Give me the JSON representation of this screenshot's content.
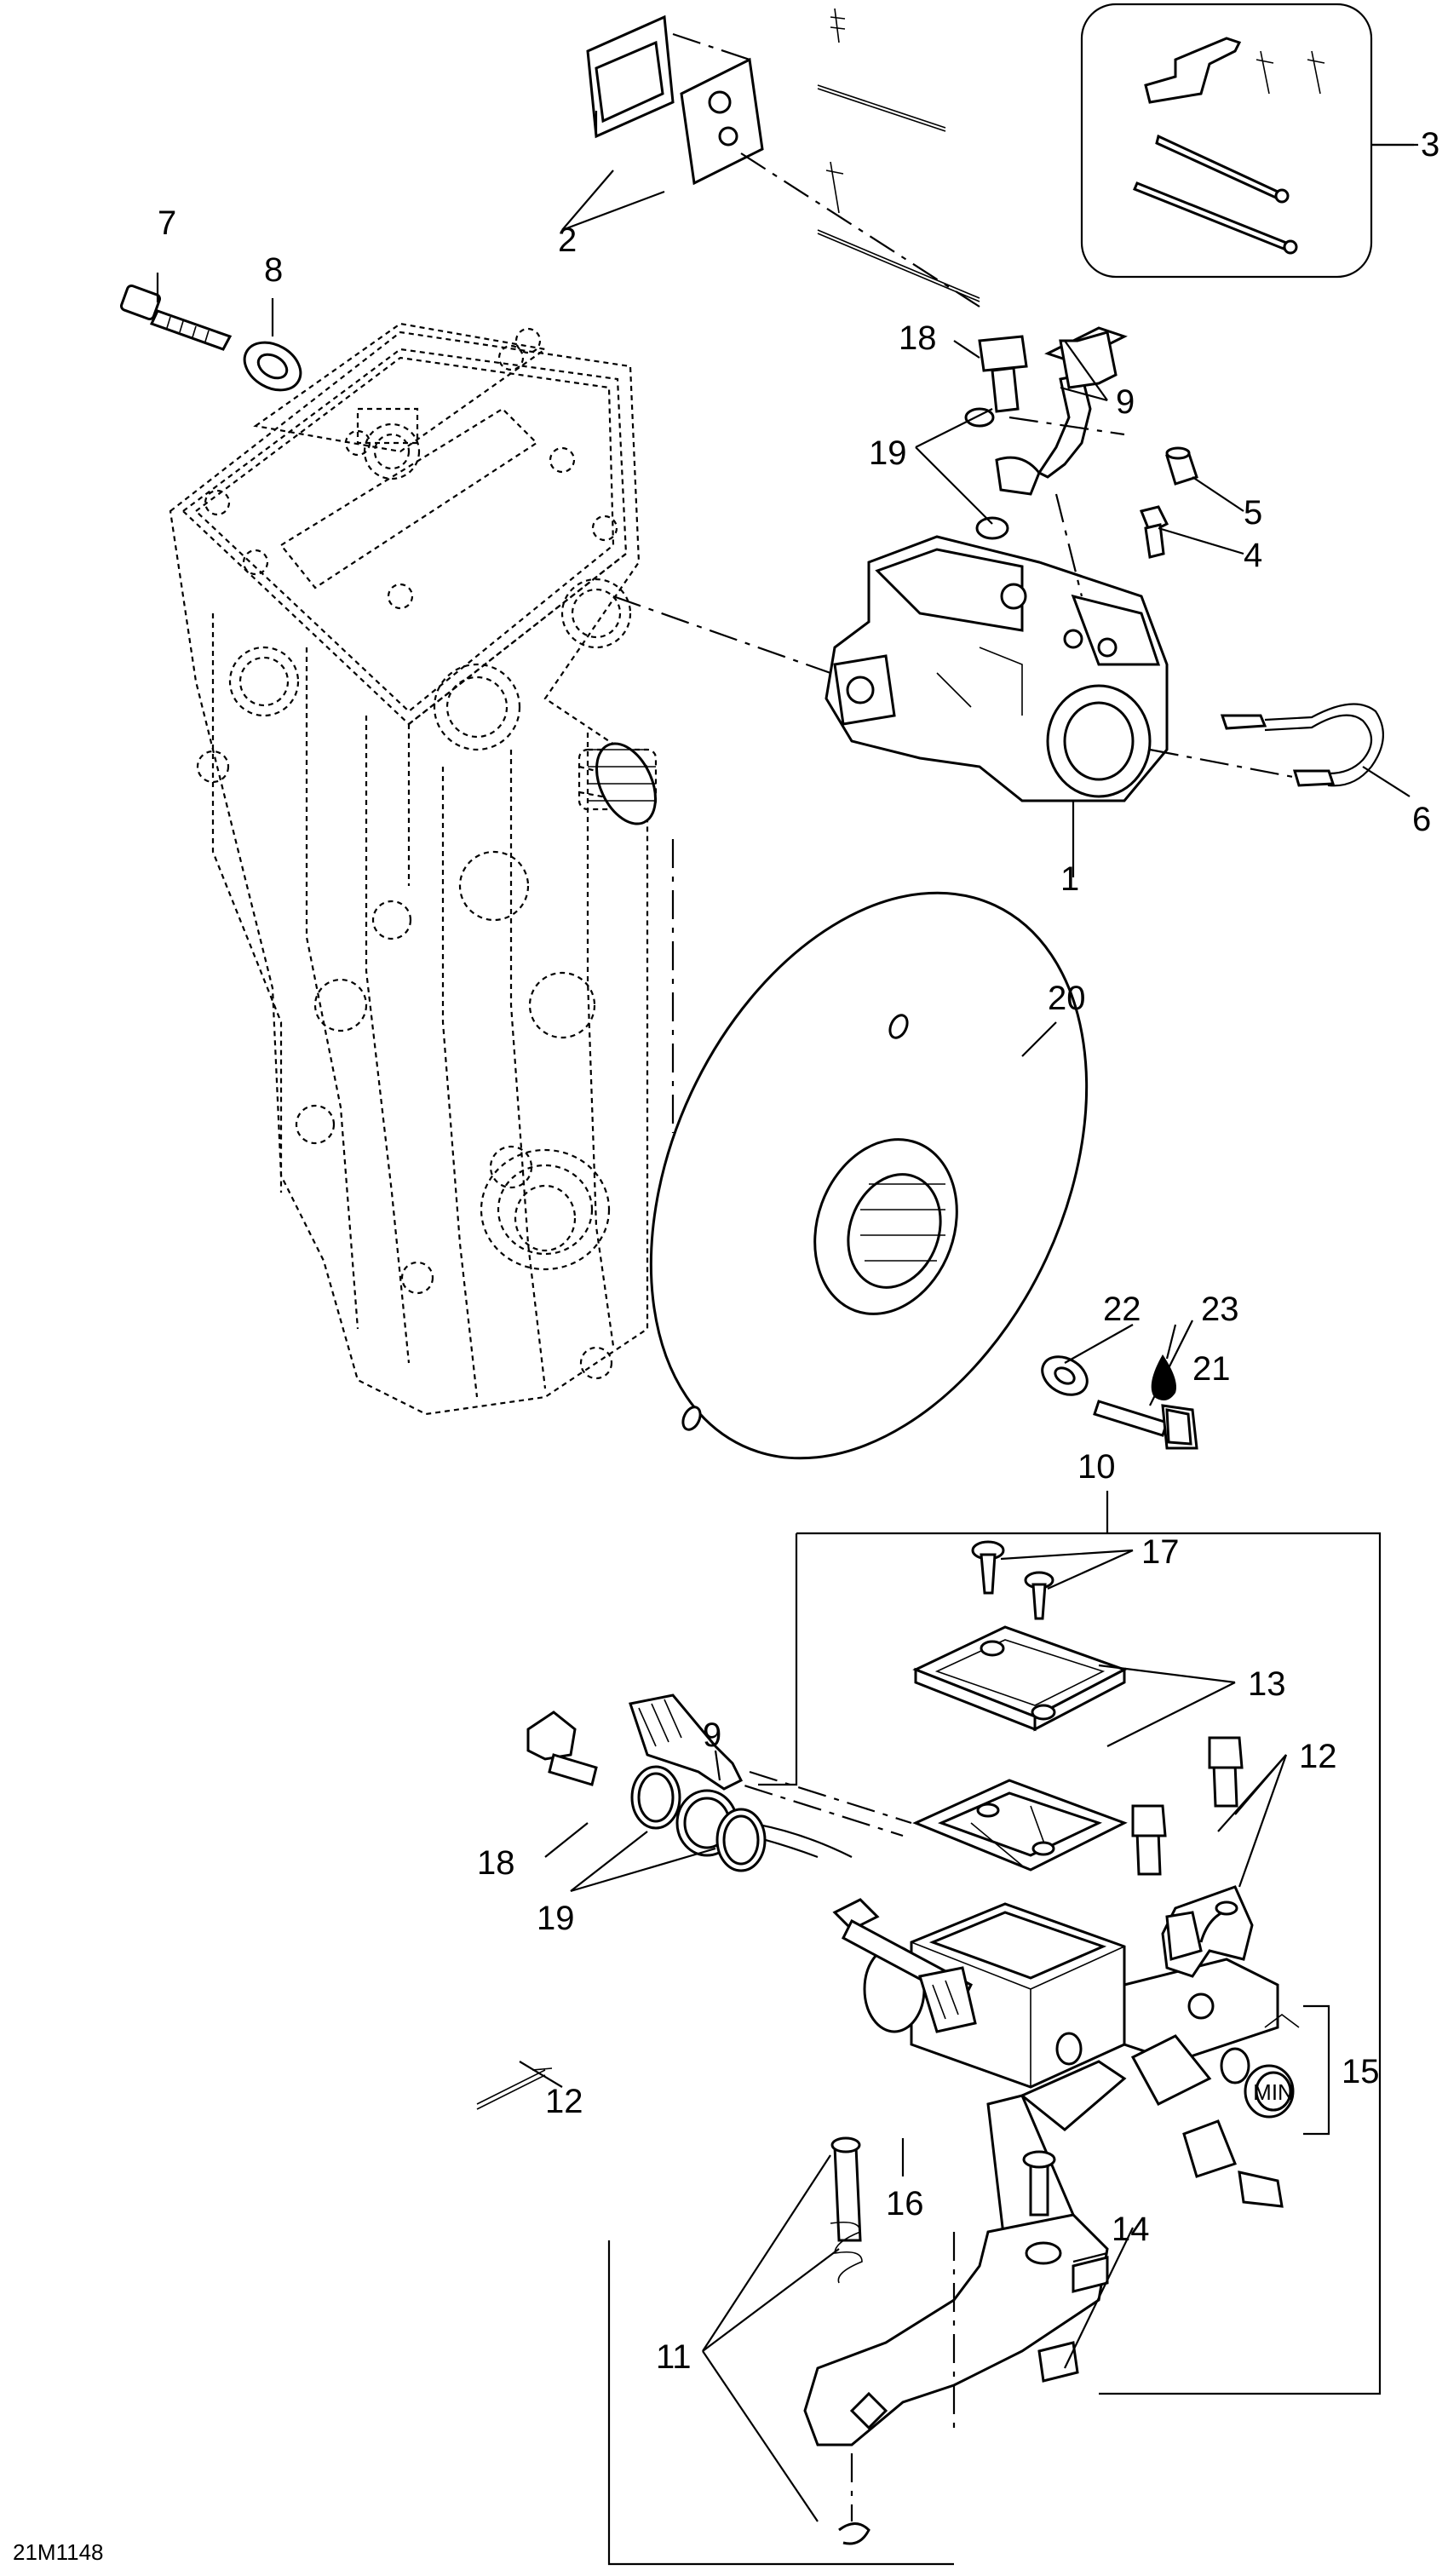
{
  "figure_code": "21M1148",
  "callouts": {
    "c1": "1",
    "c2": "2",
    "c3": "3",
    "c4": "4",
    "c5": "5",
    "c6": "6",
    "c7": "7",
    "c8": "8",
    "c9a": "9",
    "c9b": "9",
    "c10": "10",
    "c11": "11",
    "c12a": "12",
    "c12b": "12",
    "c13": "13",
    "c14": "14",
    "c15": "15",
    "c16": "16",
    "c17": "17",
    "c18a": "18",
    "c18b": "18",
    "c19a": "19",
    "c19b": "19",
    "c20": "20",
    "c21": "21",
    "c22": "22",
    "c23": "23"
  },
  "reservoir_marking": "MIN"
}
